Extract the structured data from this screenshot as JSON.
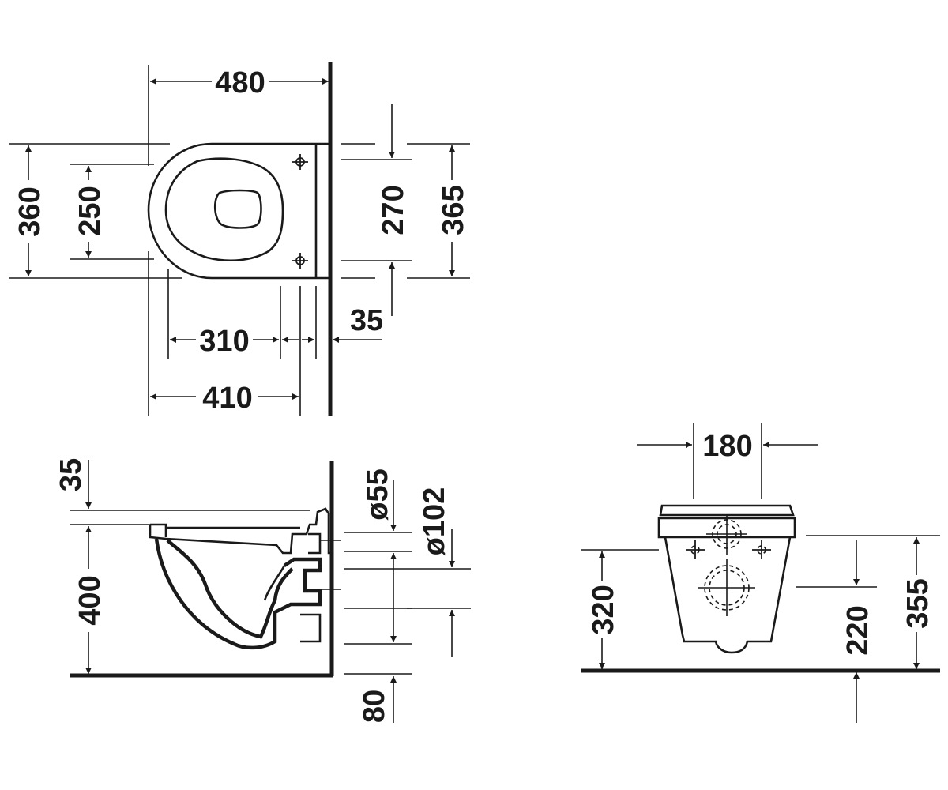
{
  "dimensions": {
    "top_view": {
      "width_480": "480",
      "depth_360": "360",
      "depth_250": "250",
      "depth_270": "270",
      "depth_365": "365",
      "length_310": "310",
      "length_410": "410",
      "offset_35": "35"
    },
    "side_view": {
      "seat_35": "35",
      "height_400": "400",
      "dia_55": "ø55",
      "dia_102": "ø102",
      "floor_80": "80"
    },
    "front_view": {
      "width_180": "180",
      "height_320": "320",
      "height_220": "220",
      "height_355": "355"
    }
  },
  "colors": {
    "line": "#1a1a1a",
    "background": "#ffffff"
  }
}
